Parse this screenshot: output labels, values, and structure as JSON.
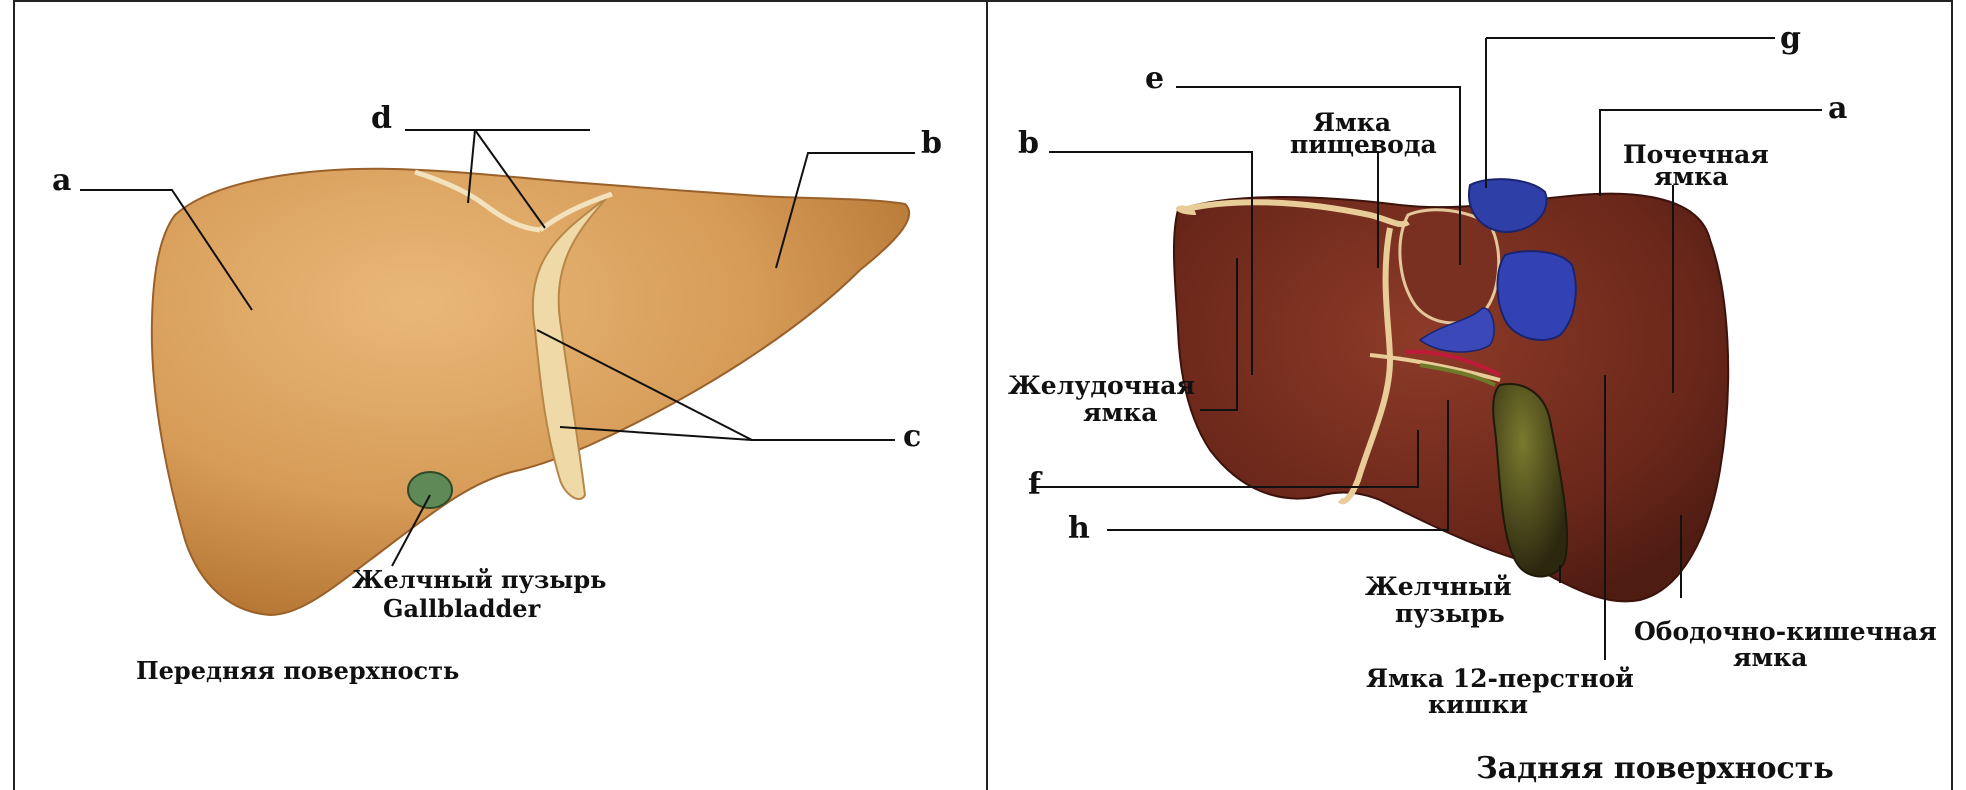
{
  "anterior": {
    "title": "Передняя поверхность",
    "labels": {
      "a": "a",
      "b": "b",
      "c": "c",
      "d": "d"
    },
    "gallbladder_ru": "Желчный пузырь",
    "gallbladder_en": "Gallbladder"
  },
  "posterior": {
    "title": "Задняя поверхность",
    "labels": {
      "a": "a",
      "b": "b",
      "e": "e",
      "f": "f",
      "g": "g",
      "h": "h"
    },
    "esophageal_1": "Ямка",
    "esophageal_2": "пищевода",
    "renal_1": "Почечная",
    "renal_2": "ямка",
    "gastric_1": "Желудочная",
    "gastric_2": "ямка",
    "gallbladder_1": "Желчный",
    "gallbladder_2": "пузырь",
    "duodenal_1": "Ямка 12-перстной",
    "duodenal_2": "кишки",
    "colic_1": "Ободочно-кишечная",
    "colic_2": "ямка"
  },
  "colors": {
    "anterior_liver": "#d9a05e",
    "posterior_liver": "#6e2a1c",
    "gallbladder_front": "#5f8a57",
    "gallbladder_back": "#3a3312",
    "vena_cava": "#2f3fa8"
  }
}
